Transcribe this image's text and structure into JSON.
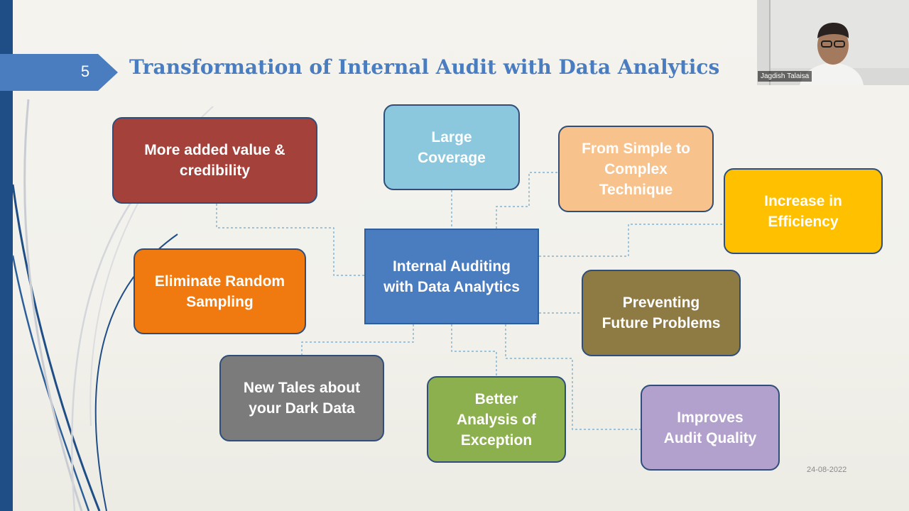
{
  "slide": {
    "number": "5",
    "title": "Transformation of Internal Audit with Data Analytics",
    "date": "24-08-2022"
  },
  "diagram": {
    "center": [
      "Internal Auditing",
      "with Data Analytics"
    ],
    "nodes": {
      "value": [
        "More added value &",
        "credibility"
      ],
      "coverage": [
        "Large",
        "Coverage"
      ],
      "technique": [
        "From Simple to",
        "Complex",
        "Technique"
      ],
      "efficiency": [
        "Increase in",
        "Efficiency"
      ],
      "sampling": [
        "Eliminate Random",
        "Sampling"
      ],
      "preventing": [
        "Preventing",
        "Future Problems"
      ],
      "dark_data": [
        "New Tales about",
        "your Dark Data"
      ],
      "exception": [
        "Better",
        "Analysis of",
        "Exception"
      ],
      "quality": [
        "Improves",
        "Audit Quality"
      ]
    }
  },
  "video": {
    "participant_name": "Jagdish Talaisa"
  },
  "colors": {
    "title": "#4a7cc0",
    "center": "#4a7cc0",
    "value": "#a4413a",
    "coverage": "#8cc8dd",
    "technique": "#f8c28c",
    "efficiency": "#ffc000",
    "sampling": "#f07a10",
    "preventing": "#8e7b44",
    "dark_data": "#7b7b7b",
    "exception": "#8db04e",
    "quality": "#b2a1cc"
  }
}
